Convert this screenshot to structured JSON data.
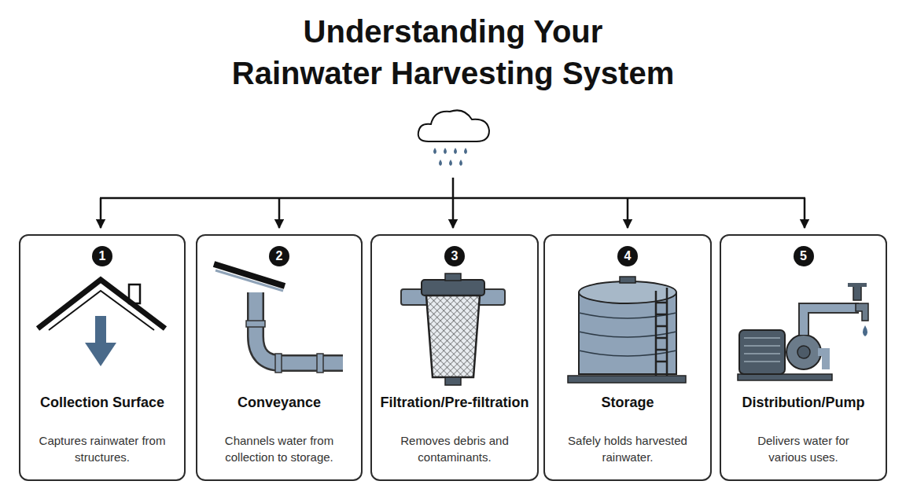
{
  "diagram": {
    "title": "Understanding Your Rainwater Harvesting System",
    "nodes": [
      {
        "text": [
          "1",
          "Collection Surface",
          "Captures rainwater from structures."
        ]
      },
      {
        "text": [
          "2",
          "Conveyance",
          "Channels water from collection to storage."
        ]
      },
      {
        "text": [
          "3",
          "Filtration/Pre-filtration",
          "Removes debris and contaminants."
        ]
      },
      {
        "text": [
          "4",
          "Storage",
          "Safely holds harvested rainwater."
        ]
      },
      {
        "text": [
          "5",
          "Distribution/Pump",
          "Delivers water for various uses."
        ]
      }
    ]
  }
}
